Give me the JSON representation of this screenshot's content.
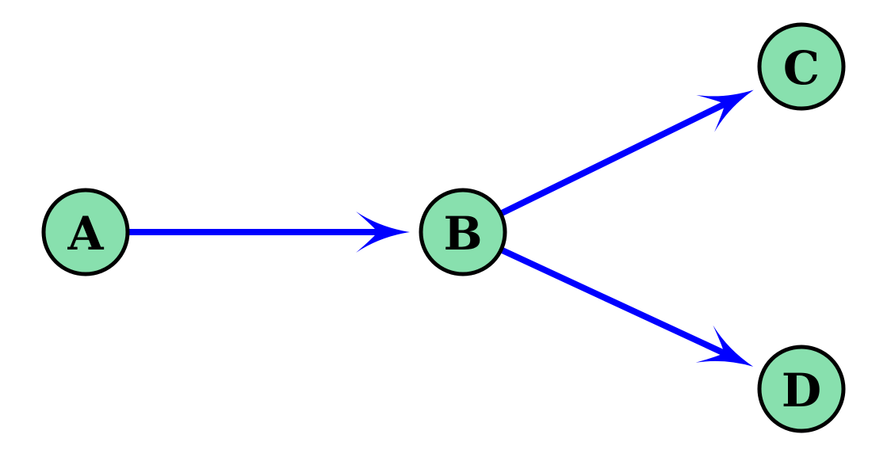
{
  "diagram": {
    "type": "directed-graph",
    "node_color": "#88e0ae",
    "edge_color": "#0000ff",
    "nodes": [
      {
        "id": "A",
        "label": "A"
      },
      {
        "id": "B",
        "label": "B"
      },
      {
        "id": "C",
        "label": "C"
      },
      {
        "id": "D",
        "label": "D"
      }
    ],
    "edges": [
      {
        "from": "A",
        "to": "B"
      },
      {
        "from": "B",
        "to": "C"
      },
      {
        "from": "B",
        "to": "D"
      }
    ]
  }
}
